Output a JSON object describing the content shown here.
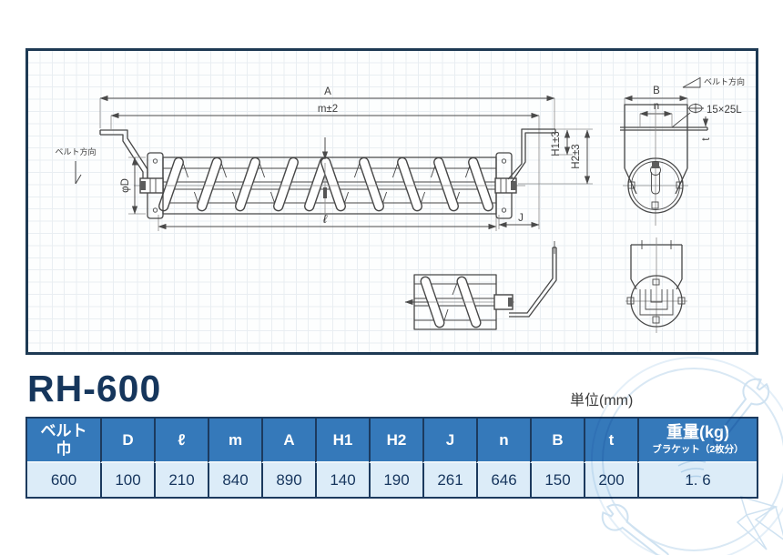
{
  "title": {
    "model": "RH-600",
    "unit": "単位(mm)"
  },
  "drawing": {
    "belt_direction_left": "ベルト方向",
    "belt_direction_right": "ベルト方向",
    "dims": {
      "A": "A",
      "m": "m±2",
      "H1": "H1±3",
      "H2": "H2±3",
      "l": "ℓ",
      "J": "J",
      "phiD": "φD",
      "B": "B",
      "n": "n",
      "t": "t",
      "slot": "15×25L"
    }
  },
  "table": {
    "headers": [
      "ベルト\n巾",
      "D",
      "ℓ",
      "m",
      "A",
      "H1",
      "H2",
      "J",
      "n",
      "B",
      "t"
    ],
    "weight_header": "重量(kg)",
    "weight_sub": "ブラケット（2枚分）",
    "row": [
      "600",
      "100",
      "210",
      "840",
      "890",
      "140",
      "190",
      "261",
      "646",
      "150",
      "200",
      "1. 6"
    ]
  },
  "colors": {
    "frame_navy": "#1e3a54",
    "table_line_navy": "#1c3a5e",
    "header_blue": "#3579ba",
    "row_bg": "#dcecf8",
    "value_navy": "#17365e",
    "watermark_blue": "#cfe2f1"
  }
}
